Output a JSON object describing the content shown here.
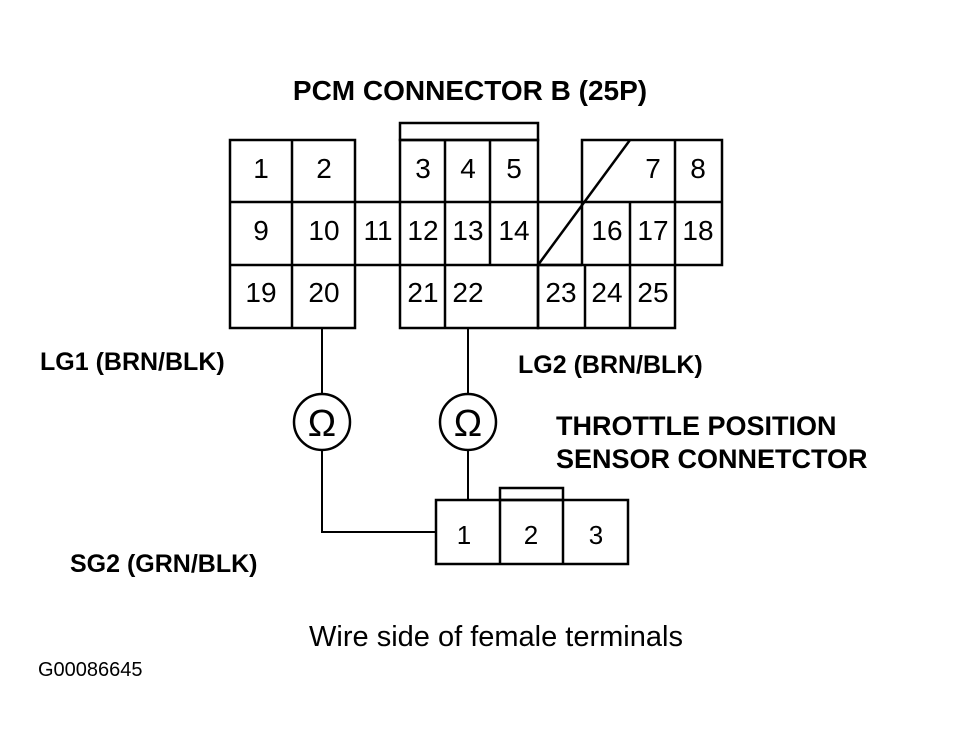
{
  "pcm_connector": {
    "title": "PCM CONNECTOR B (25P)",
    "pins": [
      "1",
      "2",
      "3",
      "4",
      "5",
      "7",
      "8",
      "9",
      "10",
      "11",
      "12",
      "13",
      "14",
      "16",
      "17",
      "18",
      "19",
      "20",
      "21",
      "22",
      "23",
      "24",
      "25"
    ]
  },
  "labels": {
    "lg1": "LG1 (BRN/BLK)",
    "lg2": "LG2 (BRN/BLK)",
    "sg2": "SG2 (GRN/BLK)",
    "tps_line1": "THROTTLE POSITION",
    "tps_line2": "SENSOR CONNETCTOR",
    "caption": "Wire side of female terminals",
    "figure_id": "G00086645"
  },
  "ohmmeters": {
    "symbol": "Ω"
  },
  "tps_connector": {
    "pins": [
      "1",
      "2",
      "3"
    ]
  }
}
